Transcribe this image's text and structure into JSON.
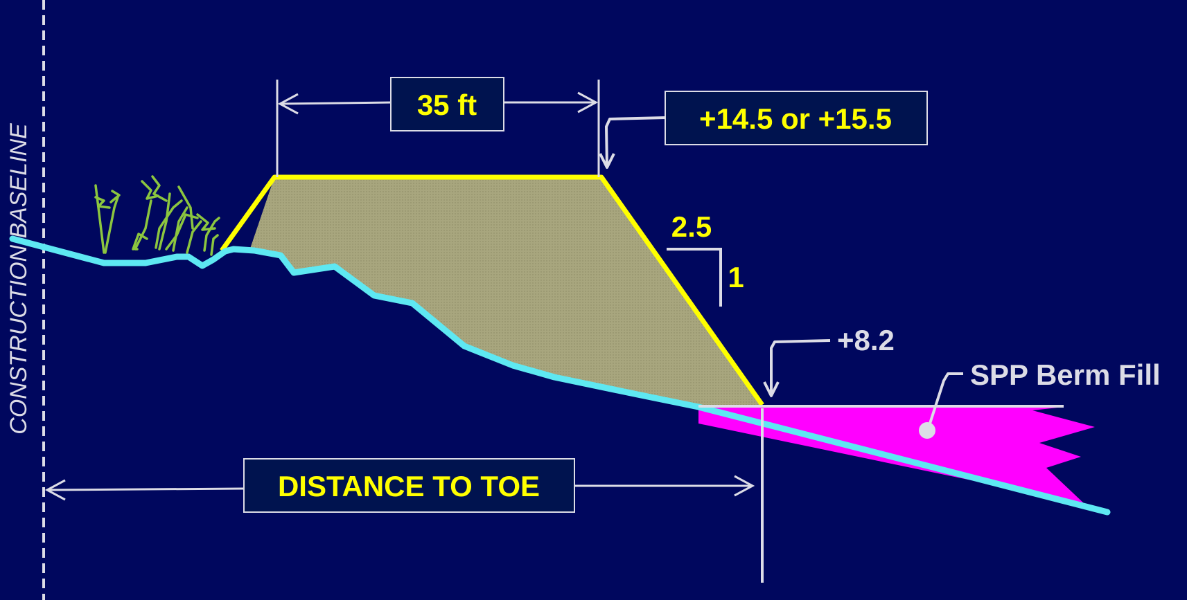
{
  "diagram": {
    "baseline_label": "CONSTRUCTION BASELINE",
    "crest_width_label": "35 ft",
    "crest_elevation_label": "+14.5 or +15.5",
    "slope_horizontal_label": "2.5",
    "slope_vertical_label": "1",
    "toe_elevation_label": "+8.2",
    "berm_fill_label": "SPP Berm Fill",
    "distance_label": "DISTANCE TO TOE",
    "colors": {
      "background": "#00075e",
      "crest_outline": "#ffff00",
      "ground_line": "#5ee8f2",
      "fill_material": "#a8a67e",
      "berm_fill": "#ff00ff",
      "vegetation": "#8cc63f",
      "dimension_lines": "#dcdce6",
      "label_box": "#00134f"
    }
  }
}
